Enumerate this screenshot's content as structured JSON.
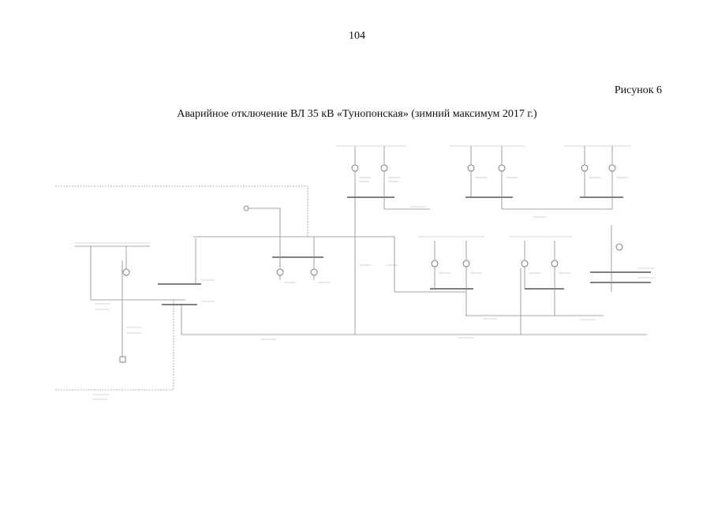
{
  "page": {
    "number": "104",
    "figure_label": "Рисунок 6",
    "title": "Аварийное отключение ВЛ 35 кВ «Тунопонская» (зимний максимум 2017 г.)"
  },
  "diagram": {
    "type": "single-line power grid schematic",
    "label_text_legible": false
  }
}
